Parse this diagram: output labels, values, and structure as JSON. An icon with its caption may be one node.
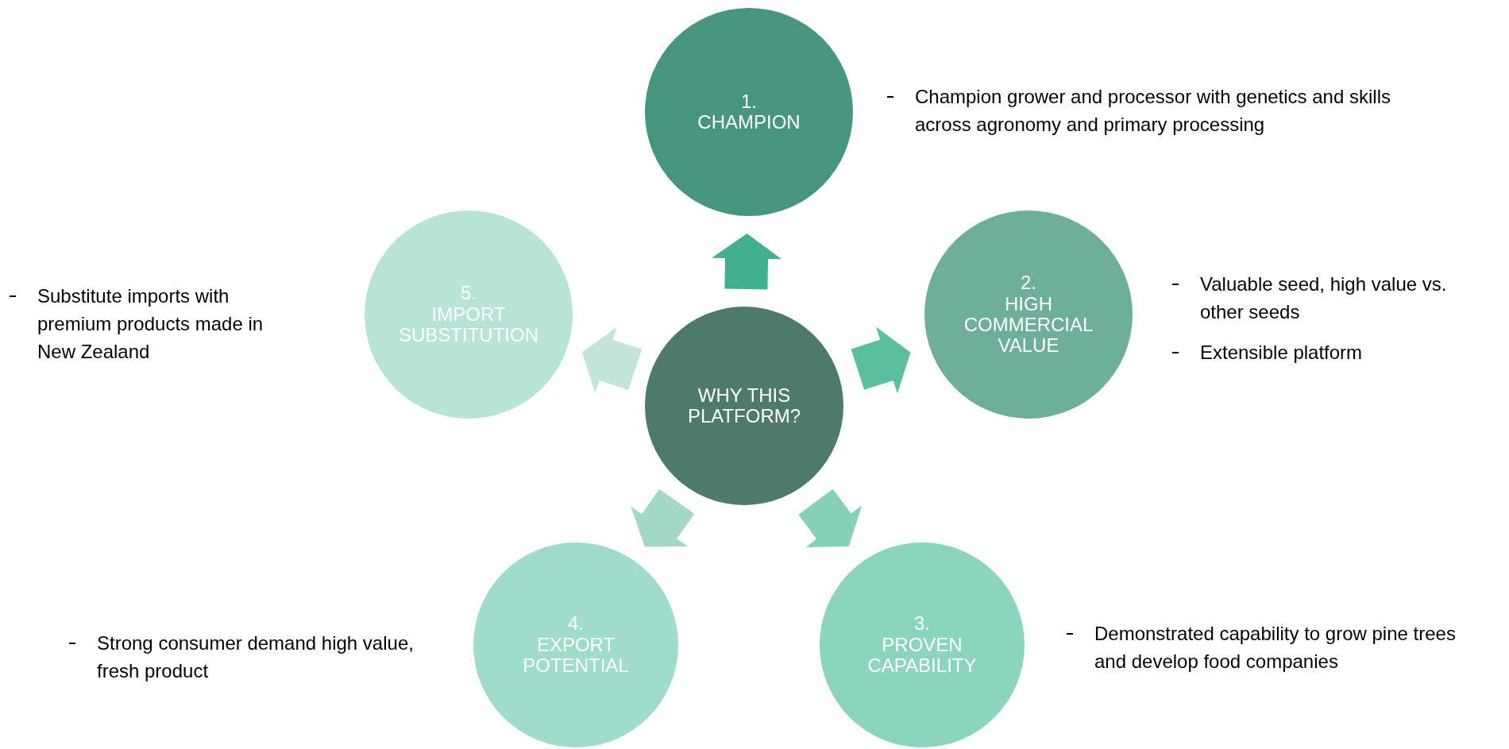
{
  "diagram": {
    "nodes": [
      {
        "text": [
          "WHY THIS PLATFORM?"
        ]
      },
      {
        "text": [
          "1.",
          "CHAMPION"
        ],
        "beside": [
          "Champion grower and processor with genetics and skills across agronomy and primary processing"
        ]
      },
      {
        "text": [
          "2.",
          "HIGH COMMERCIAL VALUE"
        ],
        "beside": [
          "Valuable seed, high value vs. other seeds",
          "Extensible platform"
        ]
      },
      {
        "text": [
          "3.",
          "PROVEN CAPABILITY"
        ],
        "beside": [
          "Demonstrated capability to grow pine trees and develop food companies"
        ]
      },
      {
        "text": [
          "4.",
          "EXPORT POTENTIAL"
        ],
        "beside": [
          "Strong consumer demand high value, fresh product"
        ]
      },
      {
        "text": [
          "5.",
          "IMPORT SUBSTITUTION"
        ]
      }
    ],
    "labels": [
      "Substitute imports with premium products made in New Zealand"
    ],
    "edges": [
      {
        "from": 0,
        "to": 1,
        "arrow": "to",
        "color": "#41b08e"
      },
      {
        "from": 0,
        "to": 2,
        "arrow": "to",
        "color": "#5bbf9f"
      },
      {
        "from": 0,
        "to": 3,
        "arrow": "to",
        "color": "#86cfb8"
      },
      {
        "from": 0,
        "to": 4,
        "arrow": "to",
        "color": "#a4d8c6"
      },
      {
        "from": 0,
        "to": 5,
        "arrow": "to",
        "color": "#c3e4d9"
      }
    ]
  }
}
